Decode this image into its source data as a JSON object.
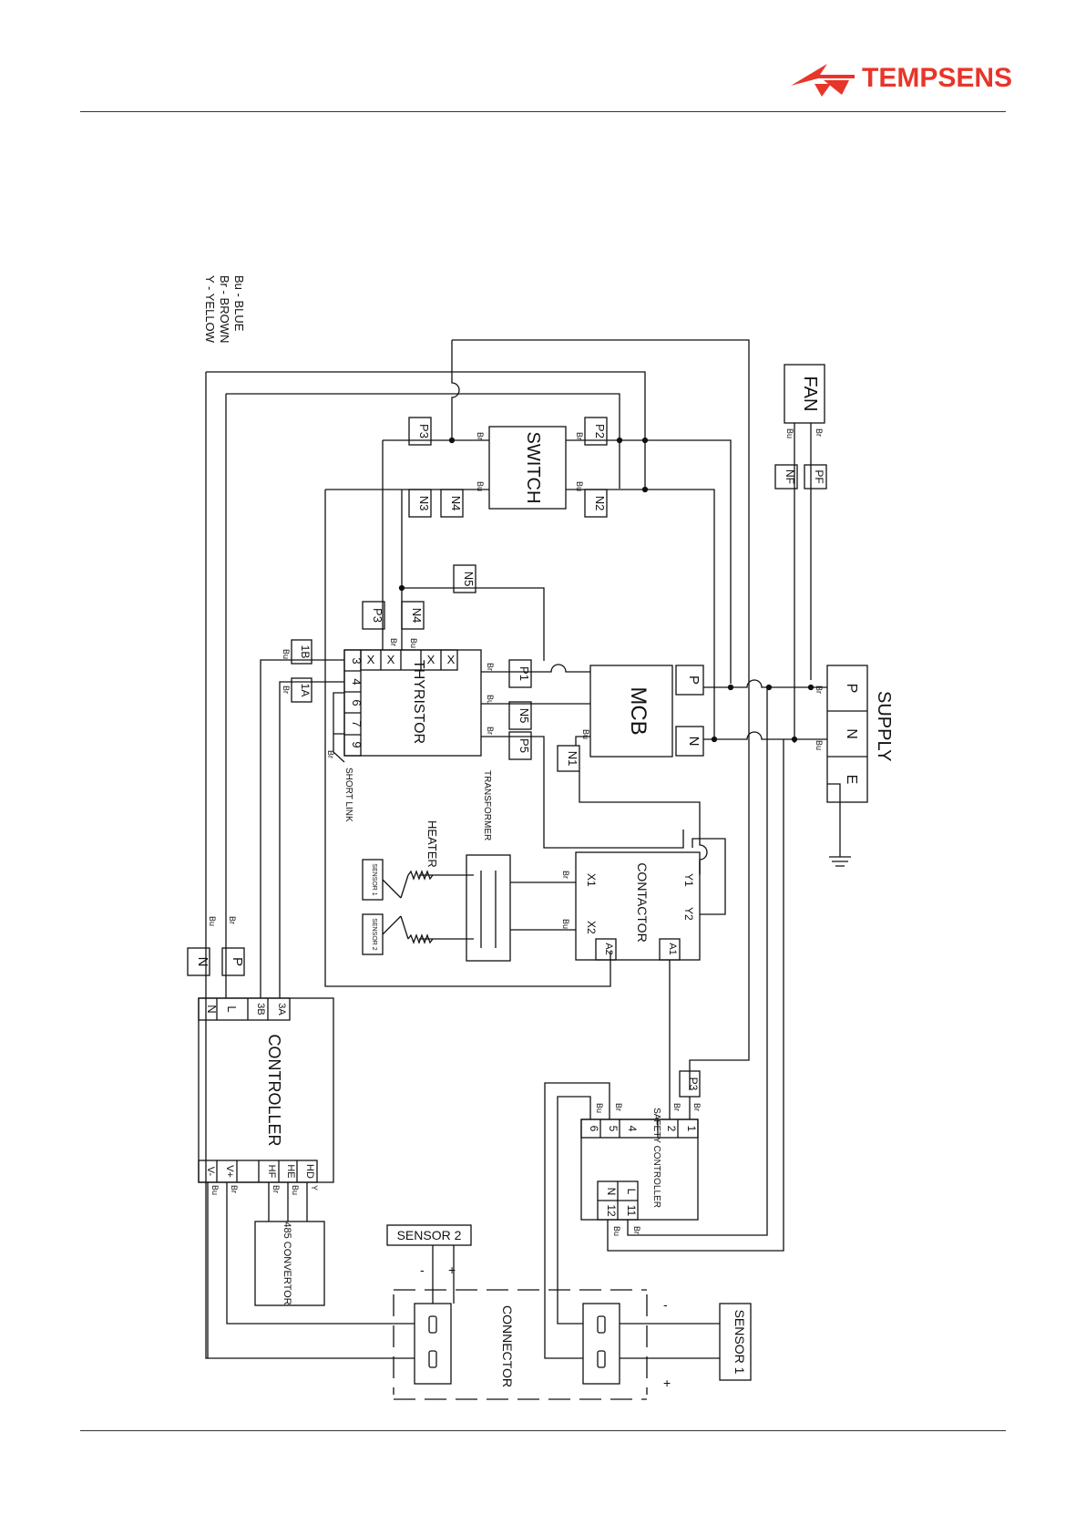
{
  "header": {
    "brand": "TEMPSENS",
    "brand_color": "#e8352a",
    "logo_icon": "tempsens-arrows-logo"
  },
  "legend": [
    "Bu - BLUE",
    "Br - BROWN",
    "Y - YELLOW"
  ],
  "components": {
    "switch": "SWITCH",
    "fan": "FAN",
    "mcb": "MCB",
    "thyristor": "THYRISTOR",
    "transformer": "TRANSFORMER",
    "heater": "HEATER",
    "contactor": "CONTACTOR",
    "controller": "CONTROLLER",
    "safety_controller": "SAFETY CONTROLLER",
    "convertor": "485 CONVERTOR",
    "connector": "CONNECTOR",
    "supply": "SUPPLY",
    "short_link": "SHORT LINK",
    "sensor1": "SENSOR 1",
    "sensor2": "SENSOR 2"
  },
  "tags": {
    "p3": "P3",
    "p2": "P2",
    "n3": "N3",
    "n4": "N4",
    "n2": "N2",
    "nf": "NF",
    "pf": "PF",
    "n5": "N5",
    "p1": "P1",
    "p5": "P5",
    "n1": "N1",
    "p": "P",
    "n": "N",
    "b1": "1B",
    "a1": "1A"
  },
  "supply_terminals": [
    "P",
    "N",
    "E"
  ],
  "thyristor_terminals": [
    "3",
    "4",
    "6",
    "7",
    "9"
  ],
  "thyristor_x": [
    "X",
    "X",
    "X",
    "X"
  ],
  "contactor_terminals": [
    "X1",
    "X2",
    "Y1",
    "Y2",
    "A1",
    "A2"
  ],
  "controller_terminals": [
    "N",
    "L",
    "3B",
    "3A",
    "V-",
    "V+",
    "HF",
    "HE",
    "HD"
  ],
  "safety_terminals": [
    "6",
    "5",
    "4",
    "2",
    "1",
    "N",
    "12",
    "L",
    "11"
  ],
  "wire_marks": {
    "blue": "Bu",
    "brown": "Br",
    "yellow": "Y"
  },
  "signs": {
    "minus": "-",
    "plus": "+"
  }
}
